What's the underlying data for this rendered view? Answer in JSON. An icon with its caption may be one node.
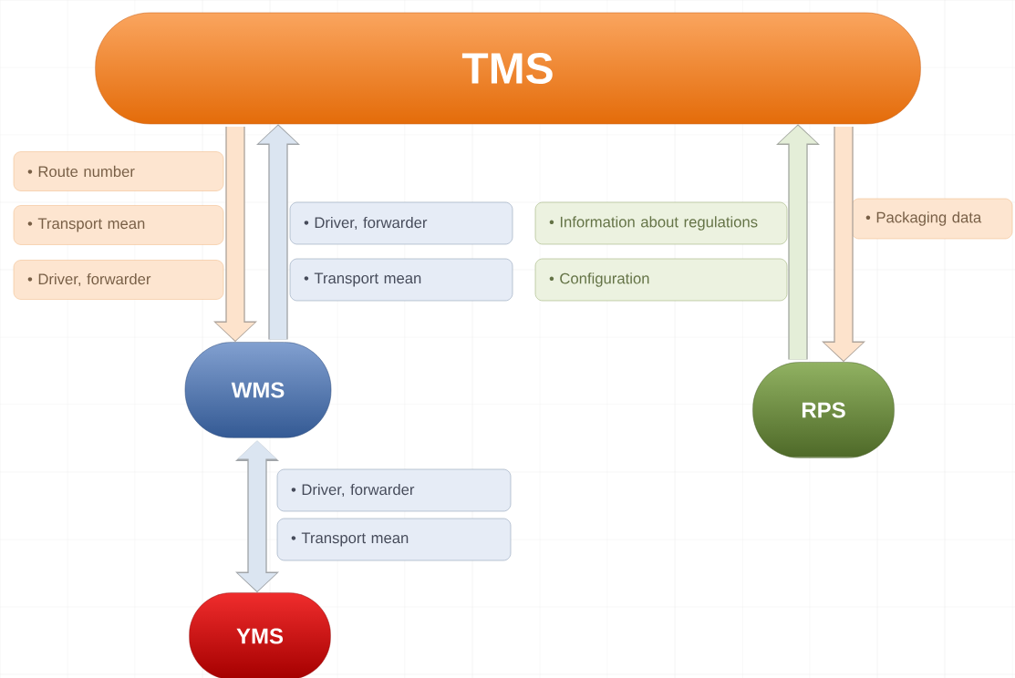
{
  "diagram": {
    "nodes": [
      {
        "text": [
          "TMS"
        ]
      },
      {
        "text": [
          "WMS"
        ]
      },
      {
        "text": [
          "RPS"
        ]
      },
      {
        "text": [
          "YMS"
        ]
      },
      {
        "text": [
          "• Route number"
        ]
      },
      {
        "text": [
          "• Transport mean"
        ]
      },
      {
        "text": [
          "• Driver, forwarder"
        ]
      },
      {
        "text": [
          "• Driver, forwarder"
        ]
      },
      {
        "text": [
          "• Transport mean"
        ]
      },
      {
        "text": [
          "• Information about regulations"
        ]
      },
      {
        "text": [
          "• Configuration"
        ]
      },
      {
        "text": [
          "• Packaging data"
        ]
      },
      {
        "text": [
          "• Driver, forwarder"
        ]
      },
      {
        "text": [
          "• Transport mean"
        ]
      }
    ],
    "edges": [
      {
        "from": 0,
        "to": 1,
        "arrow": "to",
        "color": "#fde3cc"
      },
      {
        "from": 1,
        "to": 0,
        "arrow": "to",
        "color": "#dbe5f1"
      },
      {
        "from": 2,
        "to": 0,
        "arrow": "to",
        "color": "#e4eed8"
      },
      {
        "from": 0,
        "to": 2,
        "arrow": "to",
        "color": "#fde3cc"
      },
      {
        "from": 1,
        "to": 3,
        "arrow": "both",
        "color": "#dbe5f1"
      }
    ]
  }
}
